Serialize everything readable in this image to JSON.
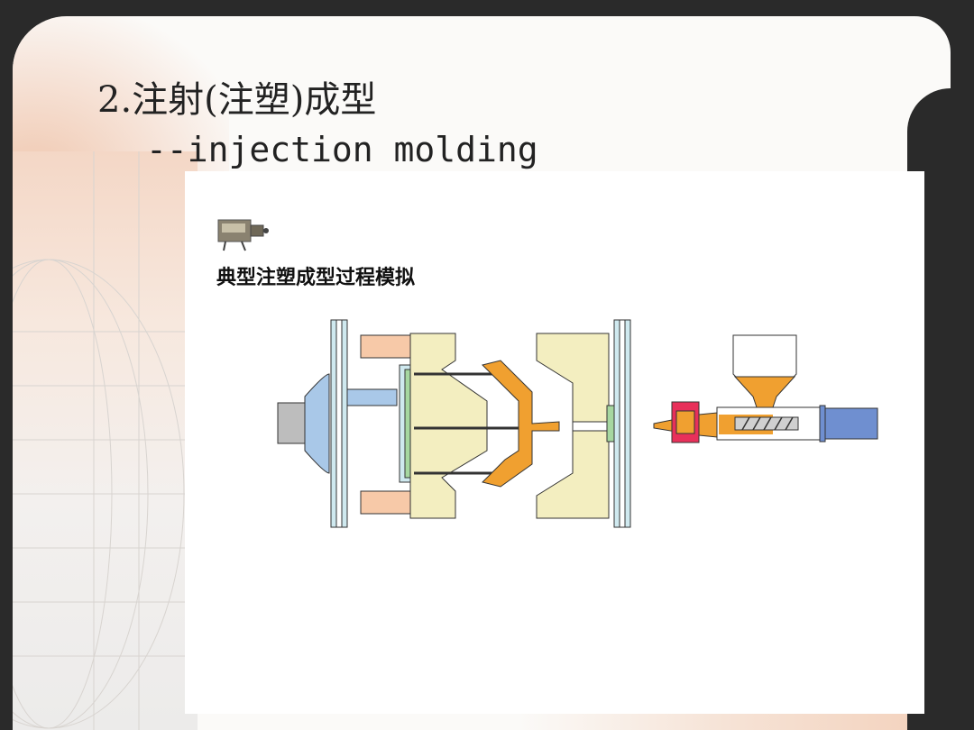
{
  "slide": {
    "title": "2.注射(注塑)成型",
    "subtitle": "--injection molding",
    "caption": "典型注塑成型过程模拟"
  },
  "icons": {
    "video": "video-camera-icon"
  },
  "colors": {
    "platen": "#cfe9ef",
    "mold": "#f3eec0",
    "melt": "#f0a030",
    "hydraulic": "#a9c8e8",
    "nozzle_band": "#e8305a",
    "screw_end": "#6f8fd0",
    "spacer": "#f7c9a8"
  }
}
